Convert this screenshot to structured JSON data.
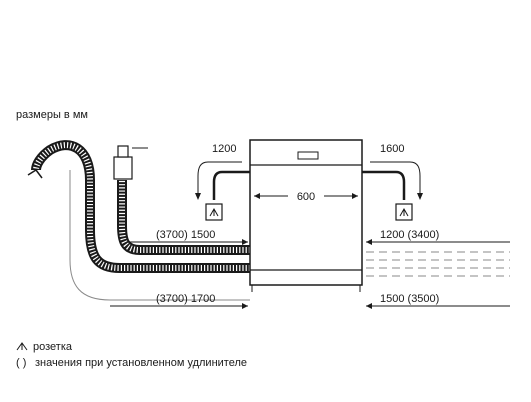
{
  "header": {
    "units_note": "размеры в мм"
  },
  "dimensions": {
    "hose_left_bottom": "1200",
    "hose_right_bottom": "1600",
    "appliance_width": "600",
    "upper_left": "(3700) 1500",
    "upper_right": "1200 (3400)",
    "lower_left": "(3700) 1700",
    "lower_right": "1500 (3500)"
  },
  "legend": {
    "socket_text": "розетка",
    "bracket_symbol": "( )",
    "bracket_text": "значения при установленном удлинителе"
  },
  "icons": {
    "socket": "socket-icon",
    "hose": "corrugated-hose-icon",
    "appliance": "dishwasher-outline-icon"
  }
}
